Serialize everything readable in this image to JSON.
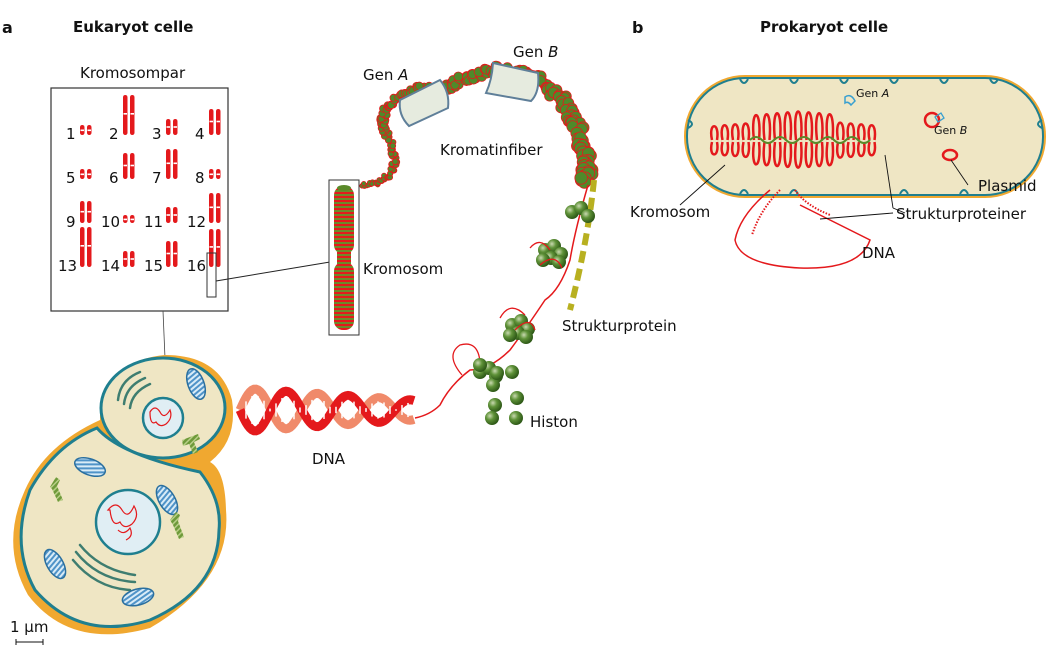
{
  "panel_a": {
    "letter": "a",
    "title": "Eukaryot celle",
    "karyotype_title": "Kromosompar",
    "chromosome_numbers": [
      "1",
      "2",
      "3",
      "4",
      "5",
      "6",
      "7",
      "8",
      "9",
      "10",
      "11",
      "12",
      "13",
      "14",
      "15",
      "16"
    ],
    "labels": {
      "gene_a_prefix": "Gen ",
      "gene_a_italic": "A",
      "gene_b_prefix": "Gen ",
      "gene_b_italic": "B",
      "chromatin_fiber": "Kromatinfiber",
      "chromosome": "Kromosom",
      "structural_protein": "Strukturprotein",
      "histone": "Histon",
      "dna": "DNA"
    },
    "scale_bar": "1 µm"
  },
  "panel_b": {
    "letter": "b",
    "title": "Prokaryot celle",
    "labels": {
      "gene_a_prefix": "Gen ",
      "gene_a_italic": "A",
      "gene_b_prefix": "Gen ",
      "gene_b_italic": "B",
      "plasmid": "Plasmid",
      "chromosome": "Kromosom",
      "structural_proteins": "Strukturproteiner",
      "dna": "DNA"
    }
  },
  "colors": {
    "chromosome_red": "#e4191c",
    "dna_pink": "#f08a6a",
    "histone_green": "#4a7f2a",
    "cell_fill": "#efe6c4",
    "membrane_orange": "#f0a830",
    "membrane_teal": "#1f7f8f",
    "struct_protein": "#b8b020",
    "gene_box": "#6688a0"
  }
}
